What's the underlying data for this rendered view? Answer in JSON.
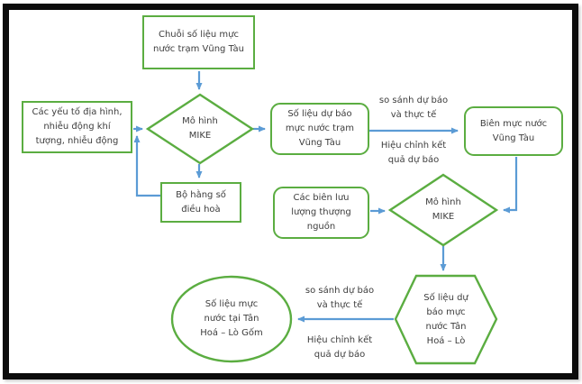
{
  "diagram": {
    "title_hint": "MIKE model water-level forecasting flowchart",
    "nodes": {
      "input_series": {
        "shape": "rect",
        "lines": [
          "Chuỗi số liệu mực",
          "nước trạm Vũng Tàu"
        ]
      },
      "factors": {
        "shape": "rect",
        "lines": [
          "Các yếu tố địa hình,",
          "nhiễu động khí",
          "tượng, nhiễu động"
        ]
      },
      "mike1": {
        "shape": "diamond",
        "lines": [
          "Mô hình",
          "MIKE"
        ]
      },
      "forecast_vungtau": {
        "shape": "rounded",
        "lines": [
          "Số liệu dự báo",
          "mực nước trạm",
          "Vũng Tàu"
        ]
      },
      "boundary_vungtau": {
        "shape": "rounded",
        "lines": [
          "Biên mực nước",
          "Vũng Tàu"
        ]
      },
      "harmonic": {
        "shape": "rect",
        "lines": [
          "Bộ hằng số",
          "điều hoà"
        ]
      },
      "upstream": {
        "shape": "rounded",
        "lines": [
          "Các biên lưu",
          "lượng thượng",
          "nguồn"
        ]
      },
      "mike2": {
        "shape": "diamond",
        "lines": [
          "Mô hình",
          "MIKE"
        ]
      },
      "forecast_tanhoa": {
        "shape": "hexagon",
        "lines": [
          "Số liệu dự",
          "báo mực",
          "nước Tân",
          "Hoá – Lò"
        ]
      },
      "observed_tanhoa": {
        "shape": "ellipse",
        "lines": [
          "Số liệu mực",
          "nước tại Tân",
          "Hoá – Lò Gốm"
        ]
      }
    },
    "edge_labels": {
      "compare_top": {
        "lines": [
          "so sánh dự báo",
          "và thực tế"
        ]
      },
      "adjust_top": {
        "lines": [
          "Hiệu chỉnh kết",
          "quả dự báo"
        ]
      },
      "compare_bottom": {
        "lines": [
          "so sánh dự báo",
          "và thực tế"
        ]
      },
      "adjust_bottom": {
        "lines": [
          "Hiệu chỉnh kết",
          "quả dự báo"
        ]
      }
    },
    "colors": {
      "shape_stroke": "#5BAD41",
      "arrow": "#5B9BD5",
      "text": "#3D3D3D",
      "frame": "#0C0C0C",
      "background": "#FFFFFF"
    }
  }
}
